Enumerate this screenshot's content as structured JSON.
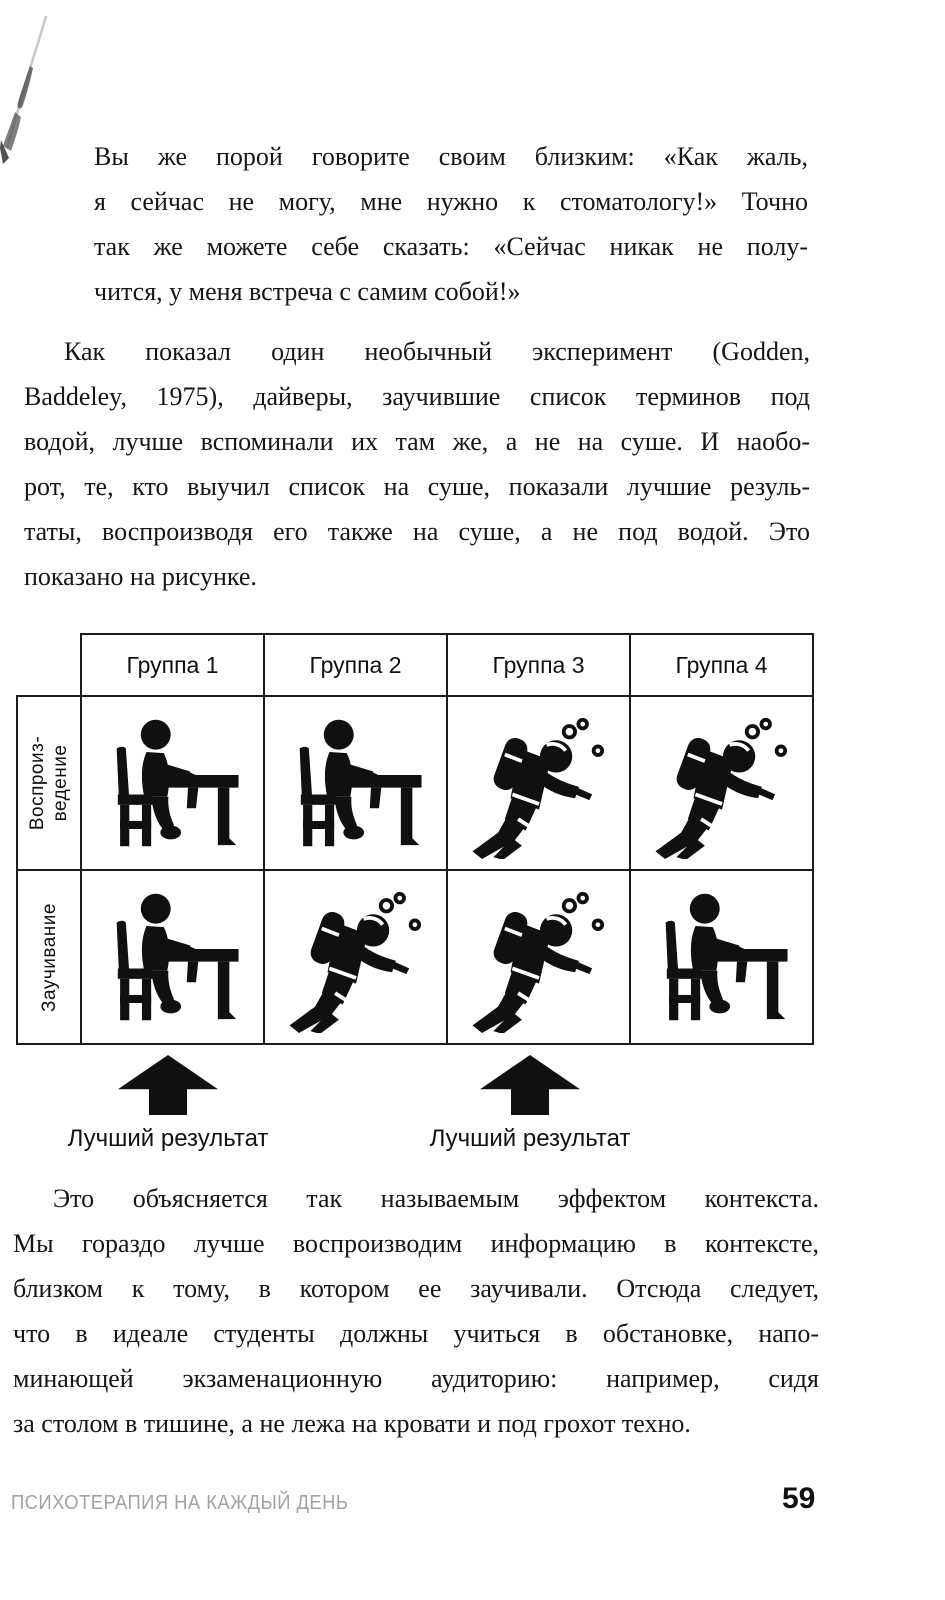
{
  "paragraphs": [
    {
      "id": "quote",
      "indent_first": false,
      "lines": [
        "Вы же порой говорите своим близким: «Как жаль,",
        "я сейчас не могу, мне нужно к стоматологу!» Точно",
        "так же можете себе сказать: «Сейчас никак не полу-",
        "чится, у меня встреча с самим собой!»"
      ]
    },
    {
      "id": "experiment",
      "indent_first": true,
      "lines": [
        "Как показал один необычный эксперимент (Godden,",
        "Baddeley, 1975), дайверы, заучившие список терминов под",
        "водой, лучше вспоминали их там же, а не на суше. И наобо-",
        "рот, те, кто выучил список на суше, показали лучшие резуль-",
        "таты, воспроизводя его также на суше, а не под водой. Это",
        "показано на рисунке."
      ]
    },
    {
      "id": "context",
      "indent_first": true,
      "lines": [
        "Это объясняется так называемым эффектом контекста.",
        "Мы гораздо лучше воспроизводим информацию в контексте,",
        "близком к тому, в котором ее заучивали. Отсюда следует,",
        "что в идеале студенты должны учиться в обстановке, напо-",
        "минающей экзаменационную аудиторию: например, сидя",
        "за столом в тишине, а не лежа на кровати и под грохот техно."
      ]
    }
  ],
  "figure": {
    "columns": [
      "Группа 1",
      "Группа 2",
      "Группа 3",
      "Группа 4"
    ],
    "rows": [
      {
        "label_lines": [
          "Воспроиз-",
          "ведение"
        ],
        "icons": [
          "desk",
          "desk",
          "diver",
          "diver"
        ]
      },
      {
        "label_lines": [
          "Заучивание"
        ],
        "icons": [
          "desk",
          "diver",
          "diver",
          "desk"
        ]
      }
    ],
    "icon_names": {
      "desk": "person-at-desk-icon",
      "diver": "scuba-diver-icon"
    },
    "best_result_label": "Лучший результат",
    "best_result_under_columns": [
      1,
      3
    ]
  },
  "footer": {
    "book_title": "ПСИХОТЕРАПИЯ НА КАЖДЫЙ ДЕНЬ",
    "page_number": "59"
  },
  "colors": {
    "text": "#161616",
    "border": "#1b1b1b",
    "footer_gray": "#a2a2a2",
    "paper": "#ffffff",
    "icon": "#101010"
  }
}
